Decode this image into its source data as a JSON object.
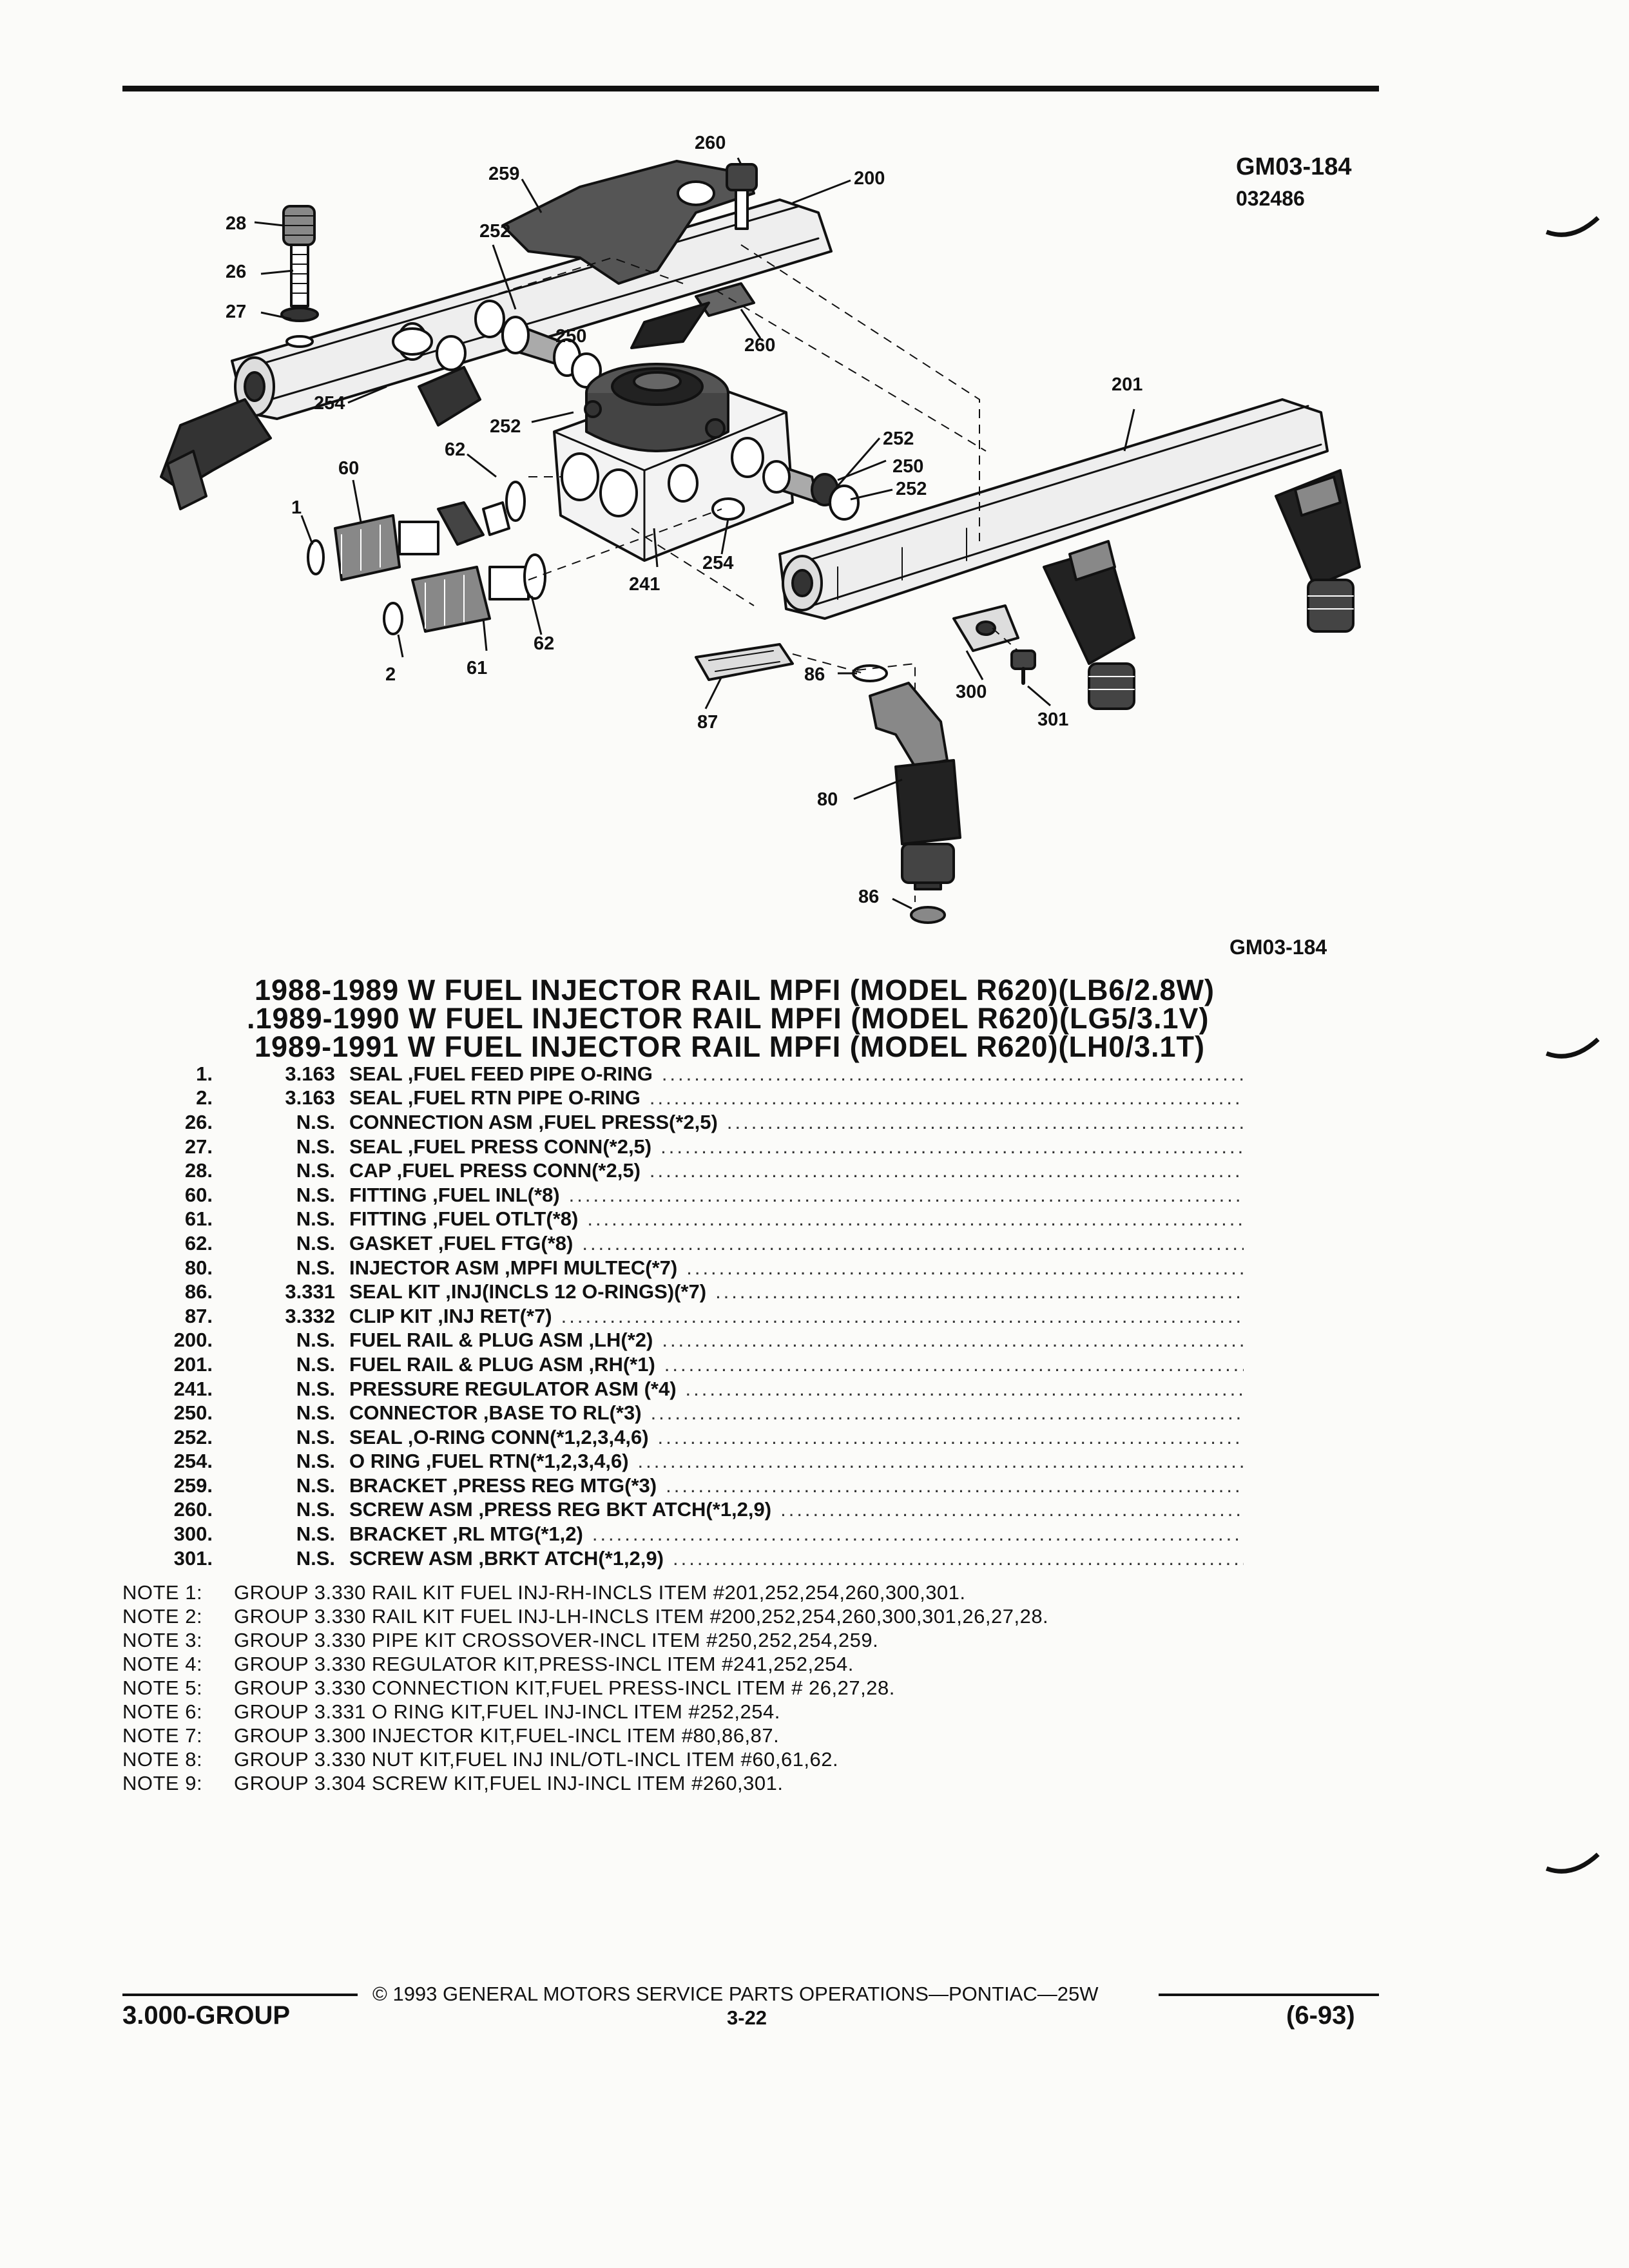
{
  "figure": {
    "id_top": "GM03-184",
    "id_sub": "032486",
    "id_bottom": "GM03-184",
    "callouts": [
      "260",
      "259",
      "200",
      "28",
      "252",
      "26",
      "27",
      "250",
      "260",
      "201",
      "254",
      "252",
      "252",
      "60",
      "62",
      "250",
      "252",
      "1",
      "241",
      "254",
      "62",
      "2",
      "61",
      "86",
      "300",
      "87",
      "301",
      "80",
      "86"
    ]
  },
  "title_lines": [
    "1988-1989 W FUEL INJECTOR RAIL MPFI (MODEL R620)(LB6/2.8W)",
    ".1989-1990 W FUEL INJECTOR RAIL MPFI (MODEL R620)(LG5/3.1V)",
    "1989-1991 W FUEL INJECTOR RAIL MPFI (MODEL R620)(LH0/3.1T)"
  ],
  "parts": [
    {
      "num": "1.",
      "group": "3.163",
      "desc": "SEAL ,FUEL FEED PIPE O-RING"
    },
    {
      "num": "2.",
      "group": "3.163",
      "desc": "SEAL ,FUEL RTN PIPE O-RING"
    },
    {
      "num": "26.",
      "group": "N.S.",
      "desc": "CONNECTION ASM ,FUEL PRESS(*2,5)"
    },
    {
      "num": "27.",
      "group": "N.S.",
      "desc": "SEAL ,FUEL PRESS CONN(*2,5)"
    },
    {
      "num": "28.",
      "group": "N.S.",
      "desc": "CAP ,FUEL PRESS CONN(*2,5)"
    },
    {
      "num": "60.",
      "group": "N.S.",
      "desc": "FITTING ,FUEL INL(*8)"
    },
    {
      "num": "61.",
      "group": "N.S.",
      "desc": "FITTING ,FUEL OTLT(*8)"
    },
    {
      "num": "62.",
      "group": "N.S.",
      "desc": "GASKET ,FUEL FTG(*8)"
    },
    {
      "num": "80.",
      "group": "N.S.",
      "desc": "INJECTOR ASM ,MPFI MULTEC(*7)"
    },
    {
      "num": "86.",
      "group": "3.331",
      "desc": "SEAL KIT ,INJ(INCLS 12 O-RINGS)(*7)"
    },
    {
      "num": "87.",
      "group": "3.332",
      "desc": "CLIP KIT ,INJ RET(*7)"
    },
    {
      "num": "200.",
      "group": "N.S.",
      "desc": "FUEL RAIL & PLUG ASM ,LH(*2)"
    },
    {
      "num": "201.",
      "group": "N.S.",
      "desc": "FUEL RAIL & PLUG ASM ,RH(*1)"
    },
    {
      "num": "241.",
      "group": "N.S.",
      "desc": "PRESSURE REGULATOR ASM (*4)"
    },
    {
      "num": "250.",
      "group": "N.S.",
      "desc": "CONNECTOR ,BASE TO RL(*3)"
    },
    {
      "num": "252.",
      "group": "N.S.",
      "desc": "SEAL ,O-RING CONN(*1,2,3,4,6)"
    },
    {
      "num": "254.",
      "group": "N.S.",
      "desc": "O RING ,FUEL RTN(*1,2,3,4,6)"
    },
    {
      "num": "259.",
      "group": "N.S.",
      "desc": "BRACKET ,PRESS REG MTG(*3)"
    },
    {
      "num": "260.",
      "group": "N.S.",
      "desc": "SCREW ASM ,PRESS REG BKT ATCH(*1,2,9)"
    },
    {
      "num": "300.",
      "group": "N.S.",
      "desc": "BRACKET ,RL MTG(*1,2)"
    },
    {
      "num": "301.",
      "group": "N.S.",
      "desc": "SCREW ASM ,BRKT ATCH(*1,2,9)"
    }
  ],
  "notes": [
    {
      "label": "NOTE  1:",
      "text": "GROUP 3.330 RAIL KIT FUEL INJ-RH-INCLS ITEM #201,252,254,260,300,301."
    },
    {
      "label": "NOTE  2:",
      "text": "GROUP 3.330 RAIL KIT FUEL INJ-LH-INCLS ITEM #200,252,254,260,300,301,26,27,28."
    },
    {
      "label": "NOTE  3:",
      "text": "GROUP 3.330 PIPE KIT CROSSOVER-INCL ITEM #250,252,254,259."
    },
    {
      "label": "NOTE  4:",
      "text": "GROUP 3.330 REGULATOR KIT,PRESS-INCL ITEM #241,252,254."
    },
    {
      "label": "NOTE  5:",
      "text": "GROUP 3.330 CONNECTION KIT,FUEL PRESS-INCL ITEM # 26,27,28."
    },
    {
      "label": "NOTE  6:",
      "text": "GROUP 3.331 O RING KIT,FUEL INJ-INCL ITEM #252,254."
    },
    {
      "label": "NOTE  7:",
      "text": "GROUP 3.300 INJECTOR KIT,FUEL-INCL ITEM #80,86,87."
    },
    {
      "label": "NOTE  8:",
      "text": "GROUP 3.330 NUT KIT,FUEL INJ INL/OTL-INCL ITEM #60,61,62."
    },
    {
      "label": "NOTE  9:",
      "text": "GROUP 3.304 SCREW KIT,FUEL INJ-INCL ITEM #260,301."
    }
  ],
  "footer": {
    "copyright": "© 1993 GENERAL MOTORS SERVICE PARTS OPERATIONS—PONTIAC—25W",
    "group": "3.000-GROUP",
    "page": "3-22",
    "date": "(6-93)"
  }
}
